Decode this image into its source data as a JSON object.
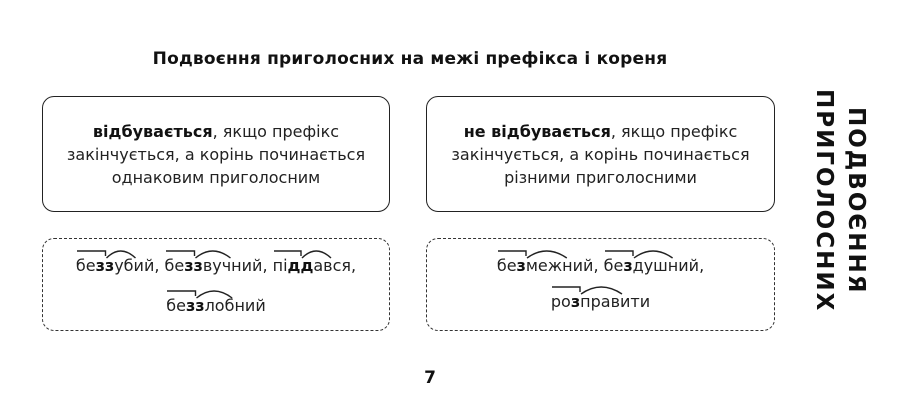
{
  "title": "Подвоєння приголосних на межі префікса і кореня",
  "left_rule": {
    "bold": "відбувається",
    "rest": ", якщо префікс закінчується, а корінь починається однаковим приголосним"
  },
  "right_rule": {
    "bold": "не відбувається",
    "rest": ", якщо префікс закінчується, а корінь починається різними приголосними"
  },
  "left_examples": {
    "line1": [
      {
        "pre": "бе",
        "mid": "зз",
        "post": "убий",
        "sep": ", "
      },
      {
        "pre": "бе",
        "mid": "зз",
        "post": "вучний",
        "sep": ", "
      },
      {
        "pre": "пі",
        "mid": "дд",
        "post": "ався",
        "sep": ","
      }
    ],
    "line2": [
      {
        "pre": "бе",
        "mid": "зз",
        "post": "лобний",
        "sep": ""
      }
    ]
  },
  "right_examples": {
    "line1": [
      {
        "pre": "бе",
        "mid": "з",
        "post": "межний",
        "sep": ", "
      },
      {
        "pre": "бе",
        "mid": "з",
        "post": "душний",
        "sep": ","
      }
    ],
    "line2": [
      {
        "pre": "ро",
        "mid": "з",
        "post": "правити",
        "sep": ""
      }
    ]
  },
  "side_title": {
    "line1": "ПОДВОЄННЯ",
    "line2": "ПРИГОЛОСНИХ"
  },
  "page_number": "7"
}
